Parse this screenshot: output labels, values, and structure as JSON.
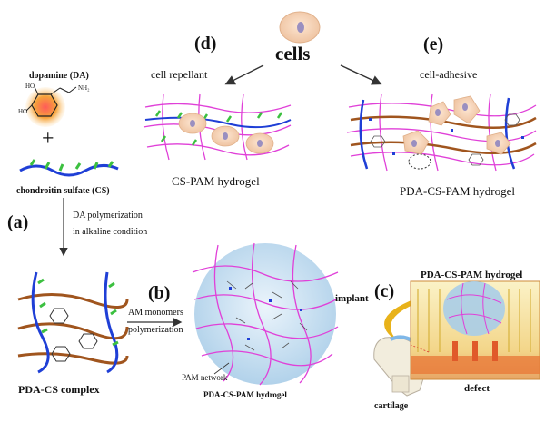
{
  "panels": {
    "a": "(a)",
    "b": "(b)",
    "c": "(c)",
    "d": "(d)",
    "e": "(e)"
  },
  "labels": {
    "cells": "cells",
    "dopamine": "dopamine (DA)",
    "nh2": "NH₂",
    "ho_top": "HO",
    "ho_bottom": "HO",
    "plus": "+",
    "chondroitin": "chondroitin sulfate (CS)",
    "da_poly_1": "DA polymerization",
    "da_poly_2": "in alkaline condition",
    "pda_cs_complex": "PDA-CS complex",
    "am_monomers": "AM monomers",
    "polymerization": "polymerization",
    "pam_network": "PAM network",
    "pda_cs_pam_b": "PDA-CS-PAM hydrogel",
    "implant": "implant",
    "cartilage": "cartilage",
    "pda_cs_pam_c": "PDA-CS-PAM hydrogel",
    "defect": "defect",
    "cell_repellant": "cell repellant",
    "cs_pam": "CS-PAM hydrogel",
    "cell_adhesive": "cell-adhesive",
    "pda_cs_pam_e": "PDA-CS-PAM hydrogel"
  },
  "colors": {
    "magenta": "#e040d8",
    "brown": "#a0551e",
    "blue": "#1f3fd6",
    "green": "#3cc040",
    "cell": "#f3d2b4",
    "nucleus": "#9a8fc0",
    "hydrogel_sphere": "#cfe4f5",
    "orange_glow": "#f6a33a",
    "arrow_gold": "#e8b21a",
    "defect_red": "#e05a2a"
  }
}
